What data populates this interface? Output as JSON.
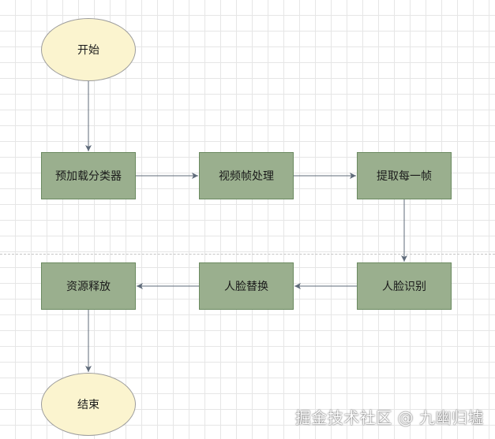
{
  "colors": {
    "process_fill": "#9aaf8e",
    "process_border": "#6b8a60",
    "terminal_fill": "#fbf4cf",
    "edge": "#5f6b7a"
  },
  "nodes": {
    "start": "开始",
    "preload": "预加载分类器",
    "frame_process": "视频帧处理",
    "extract_frame": "提取每一帧",
    "face_recognition": "人脸识别",
    "face_swap": "人脸替换",
    "release_resources": "资源释放",
    "end": "结束"
  },
  "watermark": "掘金技术社区 @ 九幽归墟"
}
